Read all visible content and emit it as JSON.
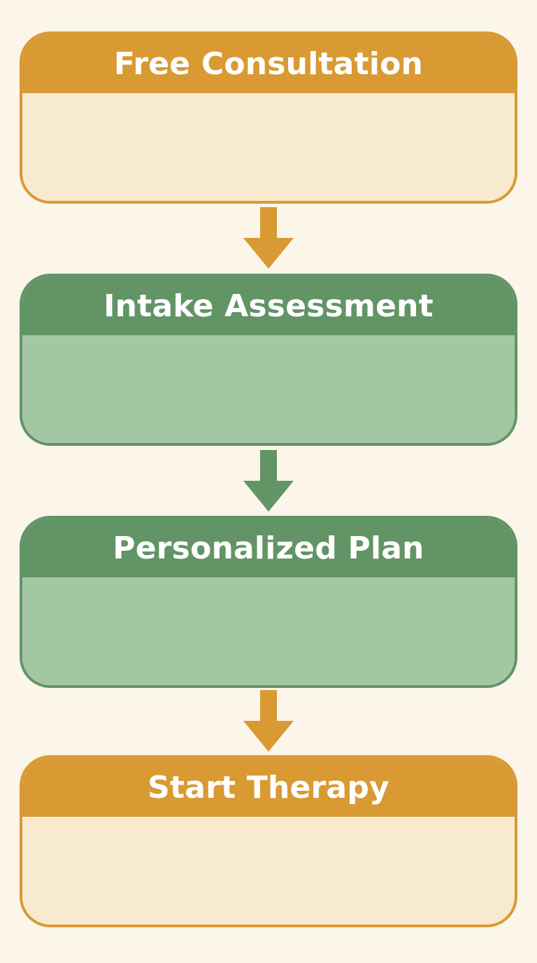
{
  "flow": {
    "steps": [
      {
        "label": "Free Consultation"
      },
      {
        "label": "Intake Assessment"
      },
      {
        "label": "Personalized Plan"
      },
      {
        "label": "Start Therapy"
      }
    ]
  },
  "colors": {
    "background": "#fbf5ea",
    "gold_header": "#d99a33",
    "gold_body": "#f8eacf",
    "green_header": "#629466",
    "green_body": "#a4c7a3"
  }
}
